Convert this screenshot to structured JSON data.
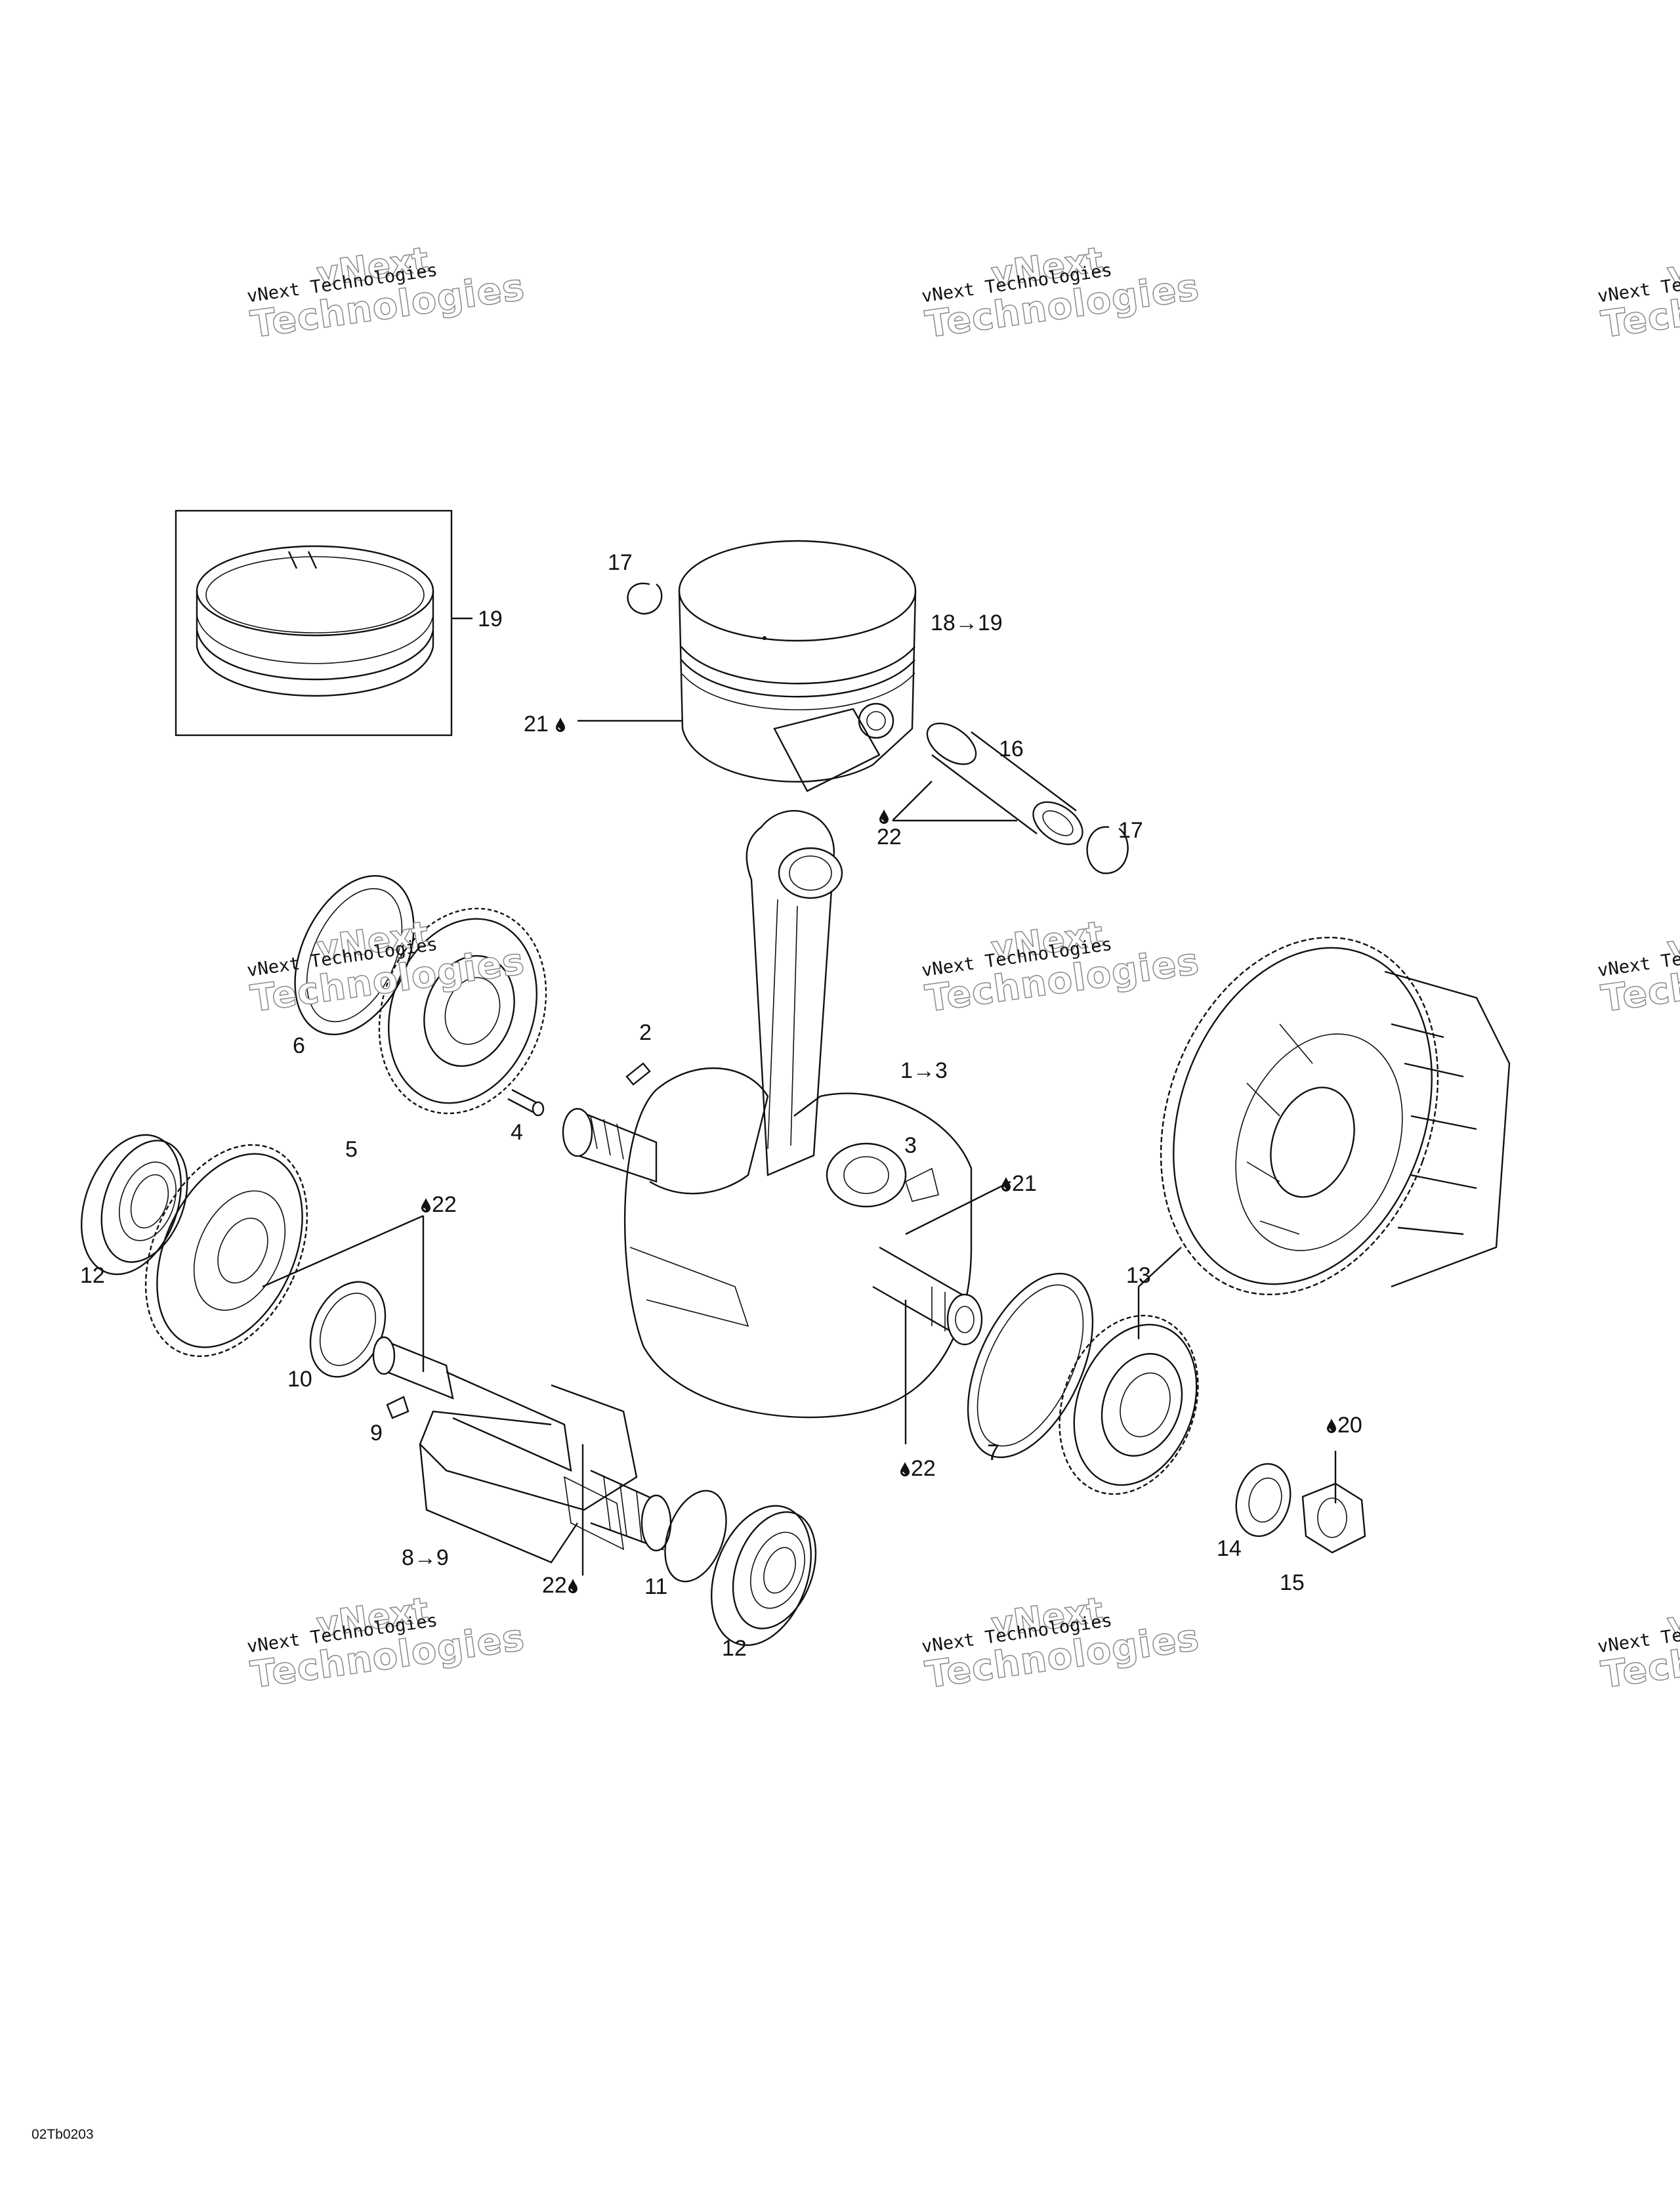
{
  "watermark": {
    "line1": "vNext",
    "line2": "vNext Technologies",
    "line3": "Technologies"
  },
  "callouts": {
    "c2": "2",
    "c1to3": "1→3",
    "c3": "3",
    "c4": "4",
    "c5": "5",
    "c6": "6",
    "c7": "7",
    "c8to9": "8→9",
    "c9": "9",
    "c10": "10",
    "c11": "11",
    "c12a": "12",
    "c12b": "12",
    "c13": "13",
    "c14": "14",
    "c15": "15",
    "c16": "16",
    "c17a": "17",
    "c17b": "17",
    "c18to19": "18→19",
    "c19": "19",
    "c20": "20",
    "c21a": "21",
    "c21b": "21",
    "c22a": "22",
    "c22b": "22",
    "c22c": "22",
    "c22d": "22"
  },
  "figure_code": "02Tb0203",
  "icons": {
    "lubricant": "oil-drop-icon"
  }
}
